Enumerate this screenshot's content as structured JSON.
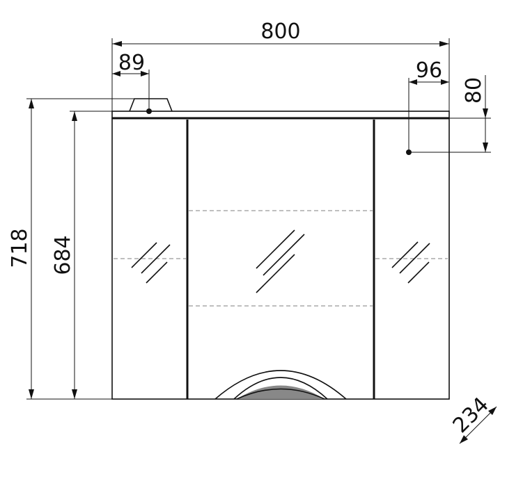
{
  "dimensions": {
    "total_width": "800",
    "lamp_offset": "89",
    "socket_offset": "96",
    "socket_drop": "80",
    "total_height": "718",
    "cabinet_height": "684",
    "depth": "234"
  },
  "colors": {
    "line": "#111111",
    "dashed": "#aaaaaa",
    "shade": "#888888"
  }
}
